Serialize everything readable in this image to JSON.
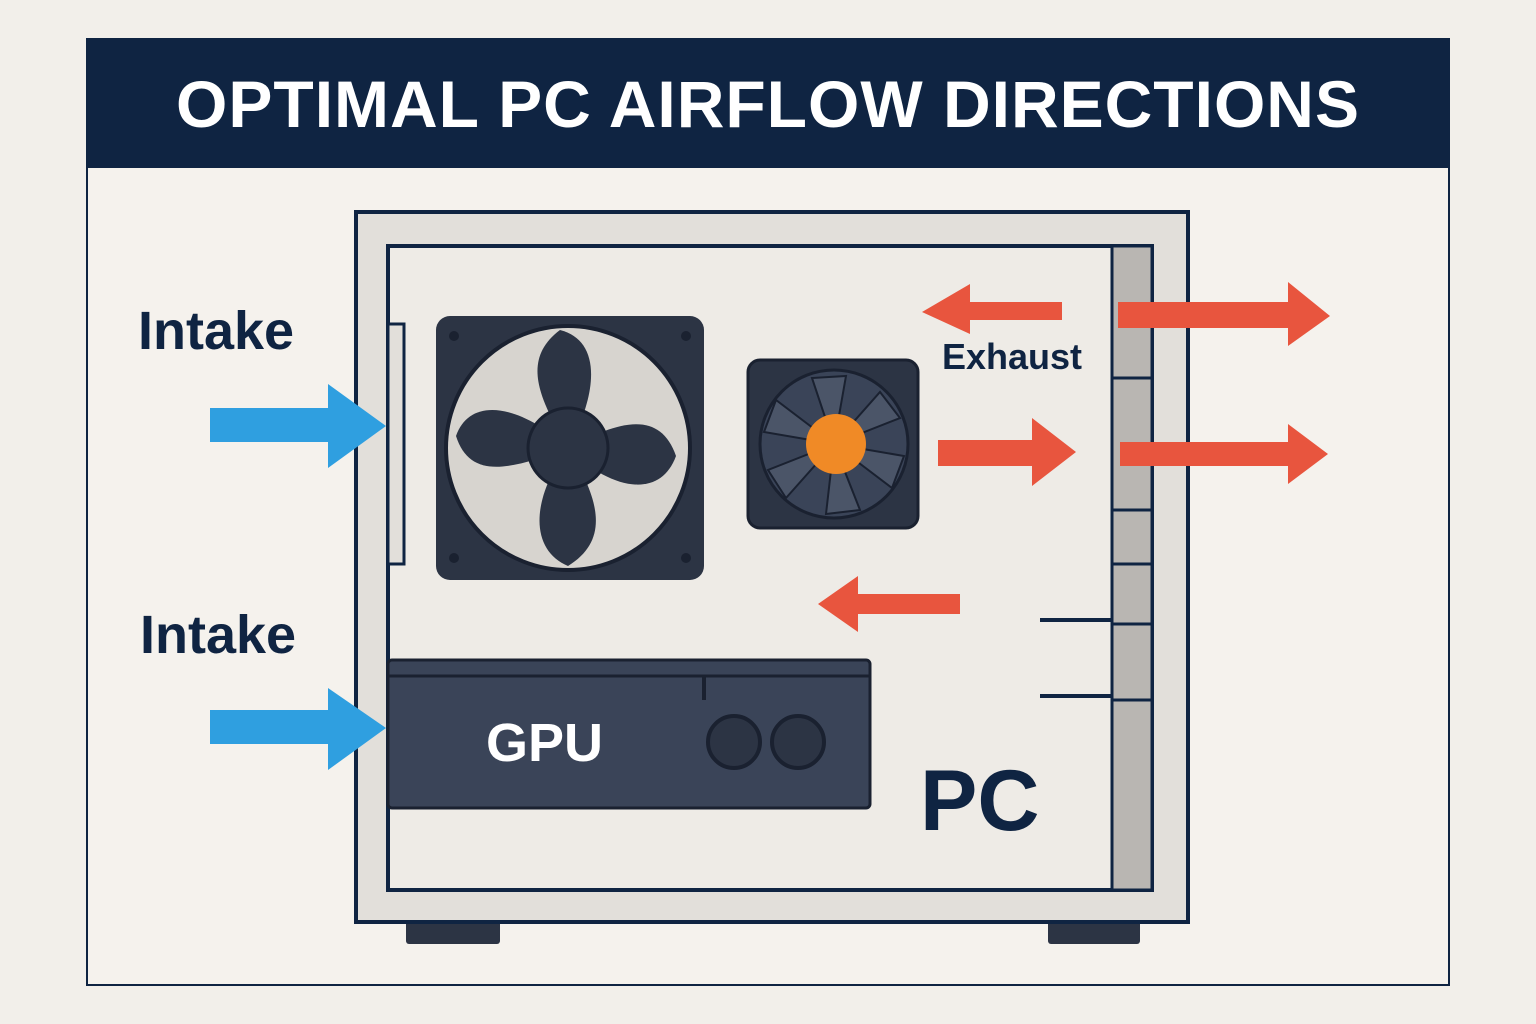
{
  "title": "OPTIMAL PC AIRFLOW DIRECTIONS",
  "labels": {
    "intake_top": "Intake",
    "intake_bottom": "Intake",
    "exhaust": "Exhaust",
    "gpu": "GPU",
    "pc": "PC"
  },
  "colors": {
    "navy": "#0f2442",
    "intake_arrow": "#2f9fe0",
    "exhaust_arrow": "#e8553e",
    "case_fill": "#e9e6e1",
    "fan_dark": "#2c3444",
    "fan_blade": "#d7d4cf",
    "cpu_hub": "#f08a26",
    "gpu_fill": "#3a4458"
  },
  "icons": [
    "intake-fan-icon",
    "cpu-cooler-icon",
    "gpu-card-icon",
    "intake-arrow-icon",
    "exhaust-arrow-icon"
  ]
}
